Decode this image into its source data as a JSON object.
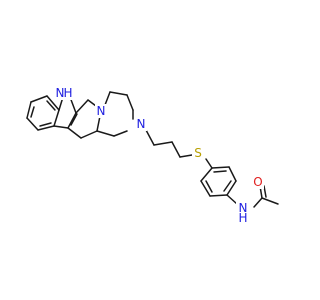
{
  "molecule": {
    "atoms": [
      {
        "id": "NH_indole",
        "text": "N",
        "sub": "H",
        "color": "#2020e0"
      },
      {
        "id": "N_bridge",
        "text": "N",
        "color": "#2020e0"
      },
      {
        "id": "N_pip",
        "text": "N",
        "color": "#2020e0"
      },
      {
        "id": "S",
        "text": "S",
        "color": "#b8a000"
      },
      {
        "id": "N_amide",
        "text": "N",
        "sub": "H",
        "color": "#2020e0"
      },
      {
        "id": "O",
        "text": "O",
        "color": "#e02020"
      }
    ]
  }
}
